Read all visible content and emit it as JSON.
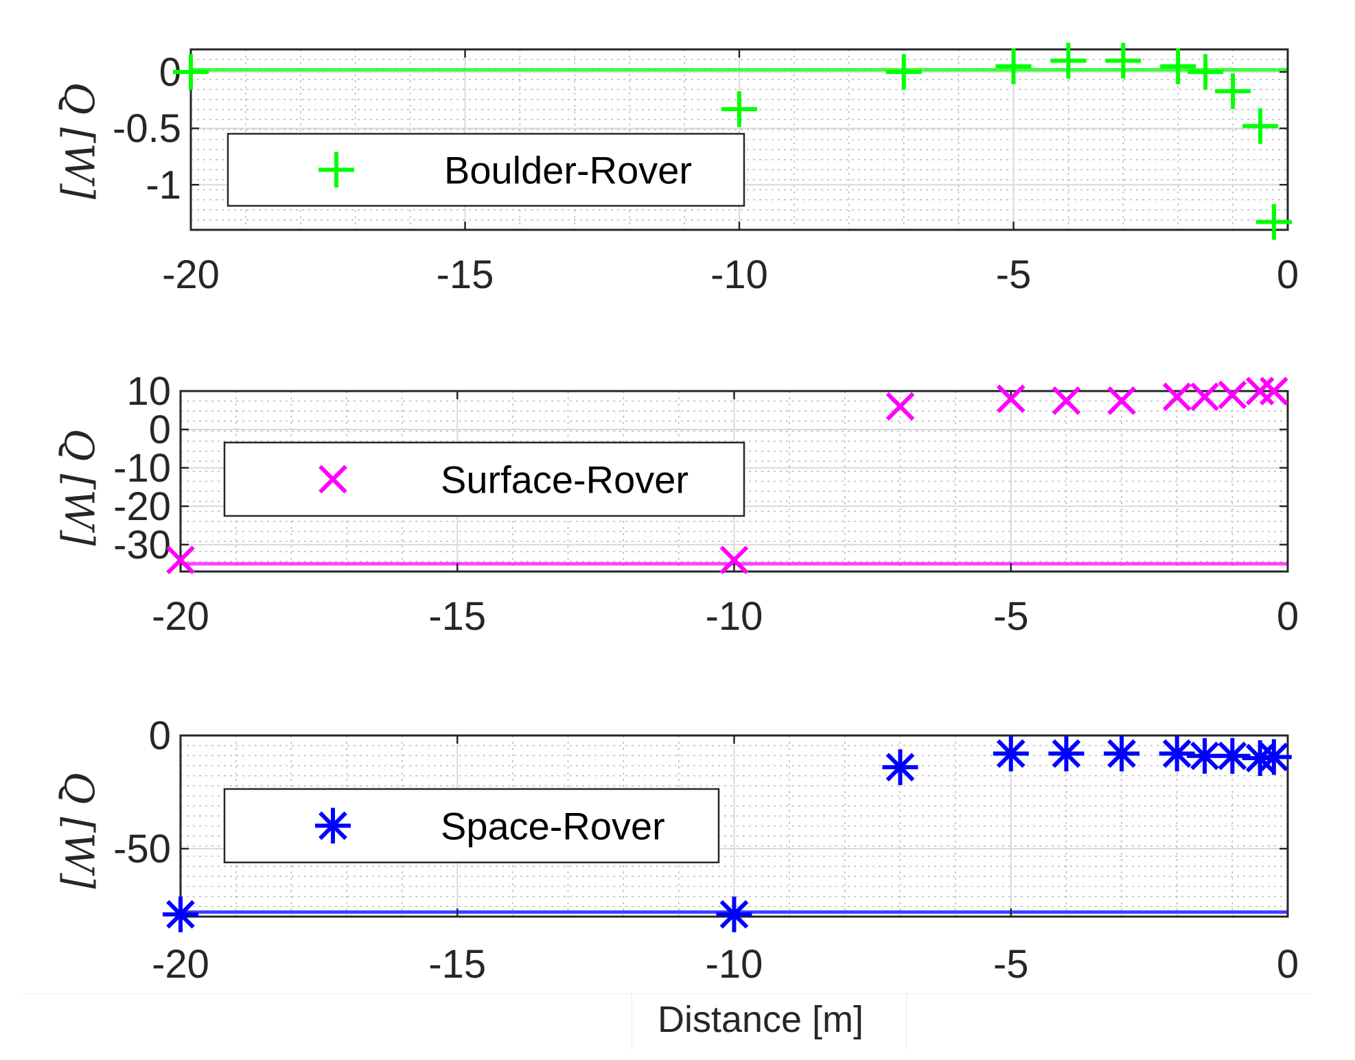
{
  "chart_data": [
    {
      "type": "scatter",
      "ylabel": "Q [W]",
      "xlim": [
        -20,
        0
      ],
      "ylim": [
        -1.4,
        0.2
      ],
      "xticks": [
        -20,
        -15,
        -10,
        -5,
        0
      ],
      "yticks": [
        0,
        -0.5,
        -1
      ],
      "xtick_labels": [
        "-20",
        "-15",
        "-10",
        "-5",
        "0"
      ],
      "ytick_labels": [
        "0",
        "-0.5",
        "-1"
      ],
      "grid": true,
      "minor_grid": true,
      "legend_position": "center-left",
      "reference_line": 0.02,
      "series": [
        {
          "name": "Boulder-Rover",
          "marker": "plus",
          "color": "#00ff00",
          "x": [
            -20,
            -10,
            -7,
            -5,
            -4,
            -3,
            -2,
            -1.5,
            -1,
            -0.5,
            -0.25
          ],
          "y": [
            0.0,
            -0.33,
            0.0,
            0.05,
            0.1,
            0.1,
            0.05,
            0.0,
            -0.17,
            -0.48,
            -1.33
          ]
        }
      ]
    },
    {
      "type": "scatter",
      "ylabel": "Q [W]",
      "xlim": [
        -20,
        0
      ],
      "ylim": [
        -37,
        10
      ],
      "xticks": [
        -20,
        -15,
        -10,
        -5,
        0
      ],
      "yticks": [
        10,
        0,
        -10,
        -20,
        -30
      ],
      "xtick_labels": [
        "-20",
        "-15",
        "-10",
        "-5",
        "0"
      ],
      "ytick_labels": [
        "10",
        "0",
        "-10",
        "-20",
        "-30"
      ],
      "grid": true,
      "minor_grid": true,
      "legend_position": "center-left",
      "reference_line": -35,
      "series": [
        {
          "name": "Surface-Rover",
          "marker": "x",
          "color": "#ff00ff",
          "x": [
            -20,
            -10,
            -7,
            -5,
            -4,
            -3,
            -2,
            -1.5,
            -1,
            -0.5,
            -0.25
          ],
          "y": [
            -34,
            -34,
            6,
            8,
            7.5,
            7.5,
            8.5,
            8.5,
            9,
            10,
            10
          ]
        }
      ]
    },
    {
      "type": "scatter",
      "ylabel": "Q [W]",
      "xlabel": "Distance [m]",
      "xlim": [
        -20,
        0
      ],
      "ylim": [
        -80,
        0
      ],
      "xticks": [
        -20,
        -15,
        -10,
        -5,
        0
      ],
      "yticks": [
        0,
        -50
      ],
      "xtick_labels": [
        "-20",
        "-15",
        "-10",
        "-5",
        "0"
      ],
      "ytick_labels": [
        "0",
        "-50"
      ],
      "grid": true,
      "minor_grid": true,
      "legend_position": "center-left",
      "reference_line": -78,
      "series": [
        {
          "name": "Space-Rover",
          "marker": "asterisk",
          "color": "#0000ff",
          "x": [
            -20,
            -10,
            -7,
            -5,
            -4,
            -3,
            -2,
            -1.5,
            -1,
            -0.5,
            -0.25
          ],
          "y": [
            -79,
            -79,
            -14,
            -8,
            -8,
            -8,
            -8,
            -9,
            -9,
            -10,
            -9.5
          ]
        }
      ]
    }
  ]
}
